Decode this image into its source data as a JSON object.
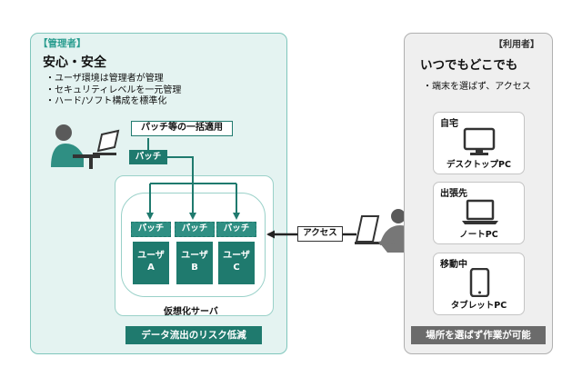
{
  "admin": {
    "tag": "【管理者】",
    "title": "安心・安全",
    "points": [
      "・ユーザ環境は管理者が管理",
      "・セキュリティレベルを一元管理",
      "・ハード/ソフト構成を標準化"
    ],
    "callout": "パッチ等の一括適用",
    "patch_label": "パッチ",
    "banner": "データ流出のリスク低減"
  },
  "server": {
    "label": "仮想化サーバ",
    "users": [
      {
        "patch": "パッチ",
        "line1": "ユーザ",
        "line2": "A"
      },
      {
        "patch": "パッチ",
        "line1": "ユーザ",
        "line2": "B"
      },
      {
        "patch": "パッチ",
        "line1": "ユーザ",
        "line2": "C"
      }
    ]
  },
  "access_label": "アクセス",
  "user_side": {
    "tag": "【利用者】",
    "title": "いつでもどこでも",
    "point": "・端末を選ばず、アクセス",
    "places": [
      {
        "place": "自宅",
        "device": "デスクトップPC",
        "icon": "desktop-pc-icon"
      },
      {
        "place": "出張先",
        "device": "ノートPC",
        "icon": "laptop-icon"
      },
      {
        "place": "移動中",
        "device": "タブレットPC",
        "icon": "tablet-icon"
      }
    ],
    "banner": "場所を選ばず作業が可能"
  },
  "colors": {
    "teal_dark": "#1f7a6e",
    "teal_light_bg": "#e4f3f1",
    "teal_border": "#7fc6bc",
    "gray_panel": "#efefef",
    "gray_banner": "#6b6b6b"
  }
}
